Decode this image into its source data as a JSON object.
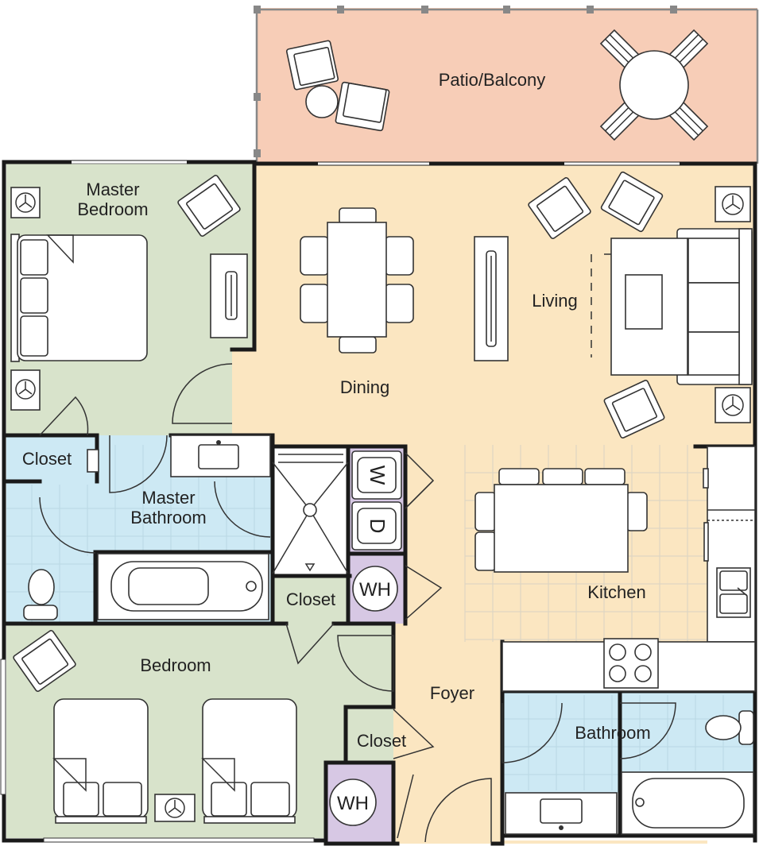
{
  "labels": {
    "patio": "Patio/Balcony",
    "master_bedroom_1": "Master",
    "master_bedroom_2": "Bedroom",
    "living": "Living",
    "dining": "Dining",
    "closet_master": "Closet",
    "master_bath_1": "Master",
    "master_bath_2": "Bathroom",
    "closet_mid": "Closet",
    "wh_top": "WH",
    "washer": "W",
    "dryer": "D",
    "kitchen": "Kitchen",
    "bedroom": "Bedroom",
    "foyer": "Foyer",
    "closet_foyer": "Closet",
    "wh_bottom": "WH",
    "bathroom": "Bathroom"
  },
  "colors": {
    "patio": "#f7cdb7",
    "main": "#fbe6c1",
    "bedroom": "#d8e3cb",
    "bath": "#cde9f4",
    "utility": "#d7c8e4",
    "wall": "#1a1a1a"
  }
}
